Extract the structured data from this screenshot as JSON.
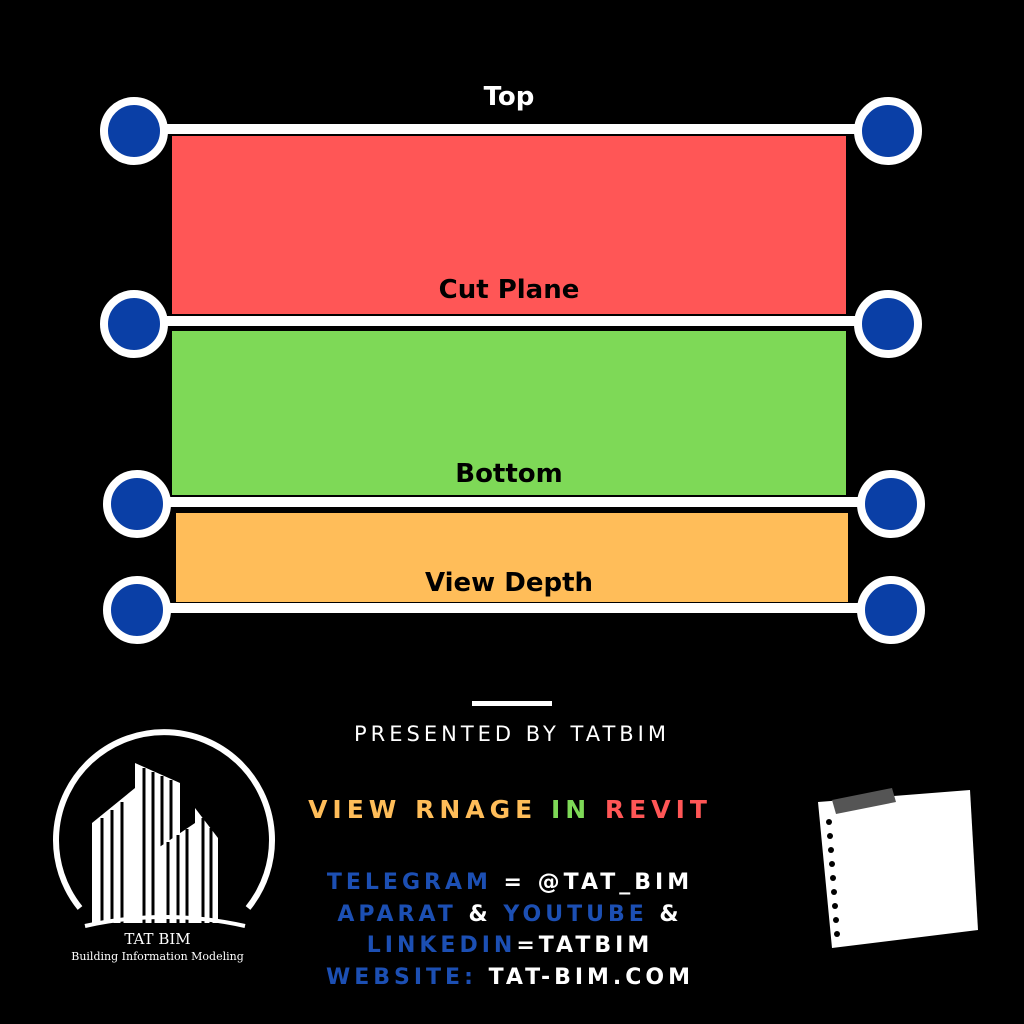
{
  "diagram": {
    "planes": [
      {
        "label": "Top"
      },
      {
        "label": "Cut Plane"
      },
      {
        "label": "Bottom"
      },
      {
        "label": "View Depth"
      }
    ],
    "colors": {
      "red_band": "#ff5656",
      "green_band": "#7ed957",
      "orange_band": "#ffbd59",
      "handle": "#0a3fa6"
    }
  },
  "footer": {
    "presented_by": "PRESENTED BY TATBIM",
    "title": {
      "word1": "VIEW",
      "word2": "RNAGE",
      "word3": "IN",
      "word4": "REVIT"
    },
    "contacts": {
      "telegram_label": "TELEGRAM",
      "telegram_value": "= @TAT_BIM",
      "aparat_label": "APARAT",
      "amp1": "&",
      "youtube_label": "YOUTUBE",
      "amp2": "&",
      "linkedin_label": "LINKEDIN",
      "linkedin_value": "=TATBIM",
      "website_label": "WEBSITE:",
      "website_value": "TAT-BIM.COM"
    },
    "logo": {
      "name": "TAT BIM",
      "subtitle": "Building Information Modeling"
    }
  }
}
